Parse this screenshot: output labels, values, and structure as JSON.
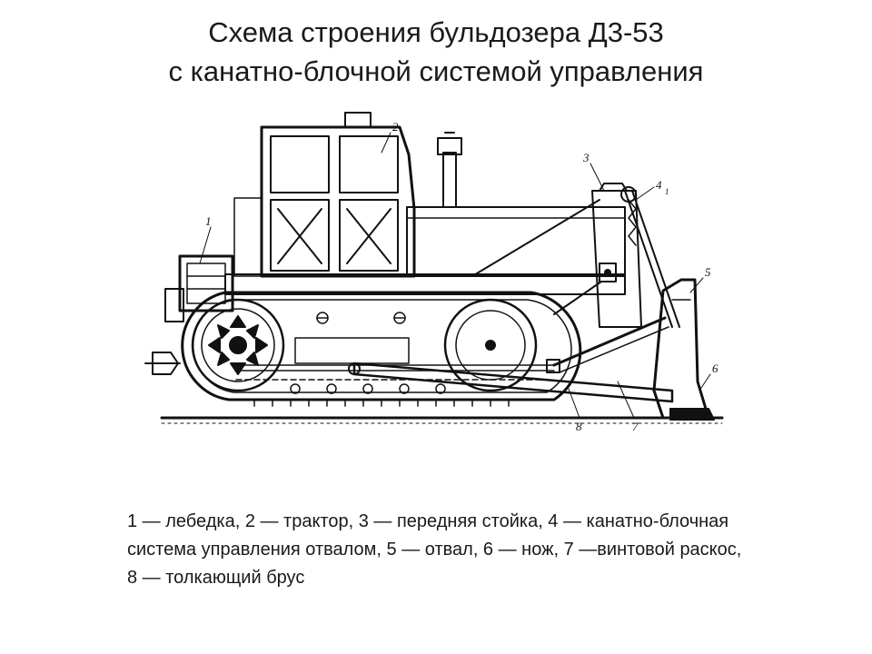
{
  "slide": {
    "title_line1": "Схема строения бульдозера Д3-53",
    "title_line2": "с канатно-блочной системой управления"
  },
  "diagram": {
    "callouts": [
      "1",
      "2",
      "3",
      "4",
      "5",
      "6",
      "7",
      "8"
    ],
    "callout_extra": "1",
    "line_color": "#111111"
  },
  "legend": {
    "text": "1 — лебедка, 2 — трактор, 3 — передняя стойка, 4 — канатно-блочная система управления отвалом, 5 — отвал, 6 — нож, 7 —винтовой раскос, 8 — толкающий брус"
  }
}
